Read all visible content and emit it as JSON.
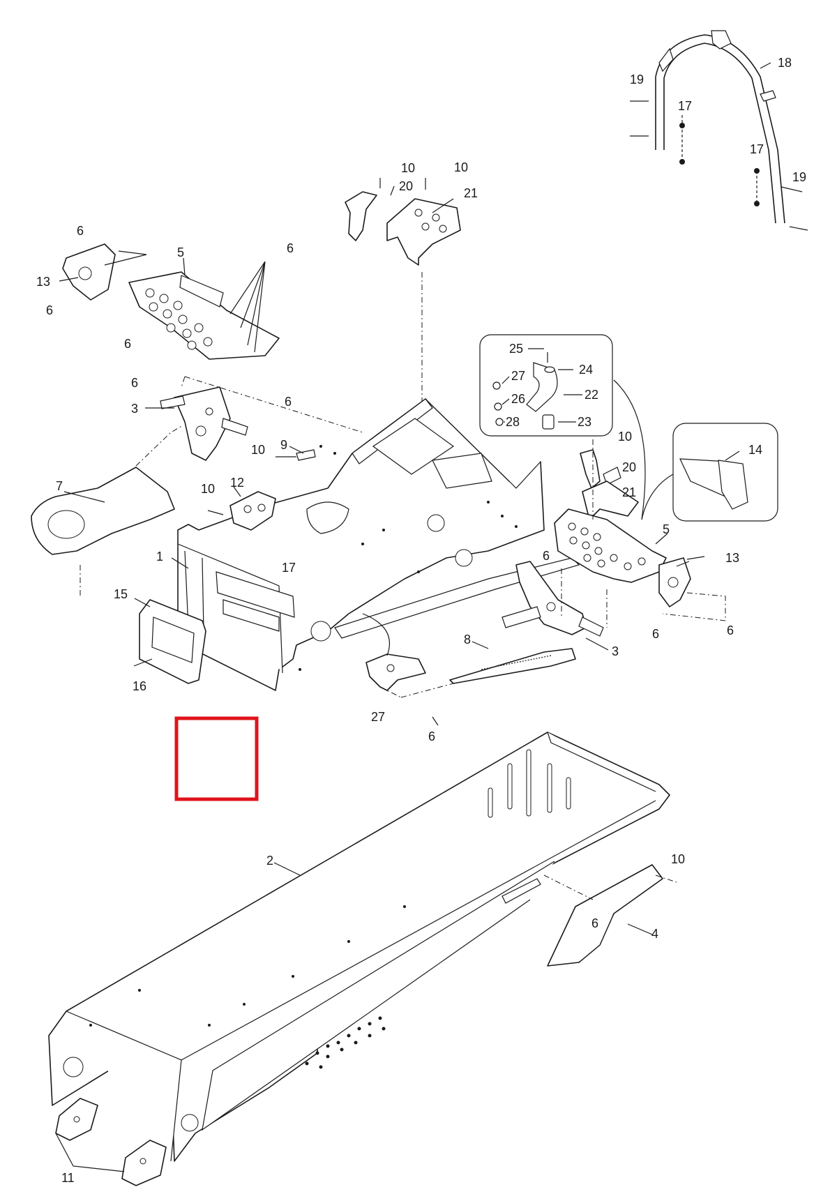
{
  "diagram": {
    "labels": [
      "1",
      "2",
      "3",
      "3",
      "4",
      "5",
      "5",
      "6",
      "6",
      "6",
      "6",
      "6",
      "6",
      "6",
      "6",
      "6",
      "6",
      "6",
      "7",
      "8",
      "9",
      "10",
      "10",
      "10",
      "10",
      "10",
      "10",
      "11",
      "12",
      "13",
      "13",
      "14",
      "15",
      "16",
      "17",
      "17",
      "17",
      "18",
      "19",
      "19",
      "20",
      "20",
      "21",
      "21",
      "22",
      "23",
      "24",
      "25",
      "26",
      "27",
      "27",
      "28"
    ]
  },
  "colors": {
    "line": "#1a1a1a",
    "highlight": "#e0141b",
    "background": "#ffffff"
  }
}
